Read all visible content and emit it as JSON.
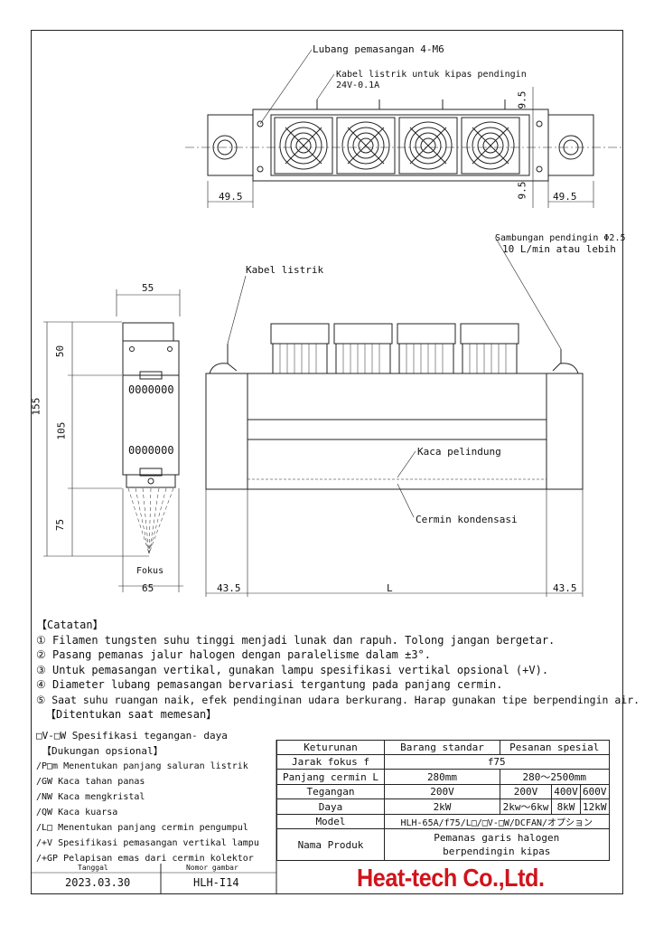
{
  "top_view": {
    "mount_holes": "Lubang pemasangan  4-M6",
    "fan_cable": "Kabel listrik untuk kipas pendingin",
    "fan_cable_spec": "24V-0.1A",
    "dim_left": "49.5",
    "dim_right": "49.5",
    "dim_top": "9.5",
    "dim_bottom": "9.5"
  },
  "side_view": {
    "cooling_connection": "Sambungan pendingin Φ2.5",
    "cooling_flow": "10 L/min atau lebih",
    "power_cable": "Kabel listrik",
    "protective_glass": "Kaca pelindung",
    "condensing_mirror": "Cermin kondensasi",
    "dim_left": "43.5",
    "dim_length": "L",
    "dim_right": "43.5"
  },
  "end_view": {
    "width_top": "55",
    "width_bottom": "65",
    "dim_total": "155",
    "dim_top": "50",
    "dim_mid": "105",
    "dim_focus": "75",
    "focus_label": "Fokus",
    "plate_top": "0000000",
    "plate_bottom": "0000000"
  },
  "notes": {
    "heading": "【Catatan】",
    "items": [
      "① Filamen tungsten suhu tinggi menjadi lunak dan rapuh. Tolong jangan bergetar.",
      "② Pasang pemanas jalur halogen dengan paralelisme dalam ±3°.",
      "③ Untuk pemasangan vertikal, gunakan lampu spesifikasi vertikal opsional (+V).",
      "④ Diameter lubang pemasangan bervariasi tergantung pada panjang cermin.",
      "⑤ Saat suhu ruangan naik, efek pendinginan udara berkurang. Harap gunakan tipe berpendingin air."
    ],
    "determined_heading": "【Ditentukan saat memesan】",
    "determined_item": "□V-□W Spesifikasi tegangan- daya",
    "options_heading": "【Dukungan opsional】",
    "options": [
      "/P□m Menentukan panjang saluran listrik",
      "/GW  Kaca tahan panas",
      "/NW  Kaca mengkristal",
      "/QW  Kaca kuarsa",
      "/L□  Menentukan panjang cermin pengumpul",
      "/+V  Spesifikasi pemasangan vertikal lampu",
      "/+GP Pelapisan emas dari cermin kolektor"
    ]
  },
  "spec_table": {
    "h_derivative": "Keturunan",
    "h_standard": "Barang standar",
    "h_special": "Pesanan spesial",
    "r_focus": "Jarak fokus f",
    "v_focus": "f75",
    "r_mirror": "Panjang cermin L",
    "v_mirror_std": "280mm",
    "v_mirror_sp": "280～2500mm",
    "r_voltage": "Tegangan",
    "v_volt_std": "200V",
    "v_volt_sp1": "200V",
    "v_volt_sp2": "400V",
    "v_volt_sp3": "600V",
    "r_power": "Daya",
    "v_pow_std": "2kW",
    "v_pow_sp1": "2kw～6kw",
    "v_pow_sp2": "8kW",
    "v_pow_sp3": "12kW",
    "r_model": "Model",
    "v_model": "HLH-65A/f75/L□/□V-□W/DCFAN/オプション",
    "r_product": "Nama Produk",
    "v_product_1": "Pemanas garis halogen",
    "v_product_2": "berpendingin kipas"
  },
  "title_block": {
    "date_label": "Tanggal",
    "drawing_no_label": "Nomor gambar",
    "date": "2023.03.30",
    "drawing_no": "HLH-I14",
    "company": "Heat-tech Co.,Ltd."
  }
}
